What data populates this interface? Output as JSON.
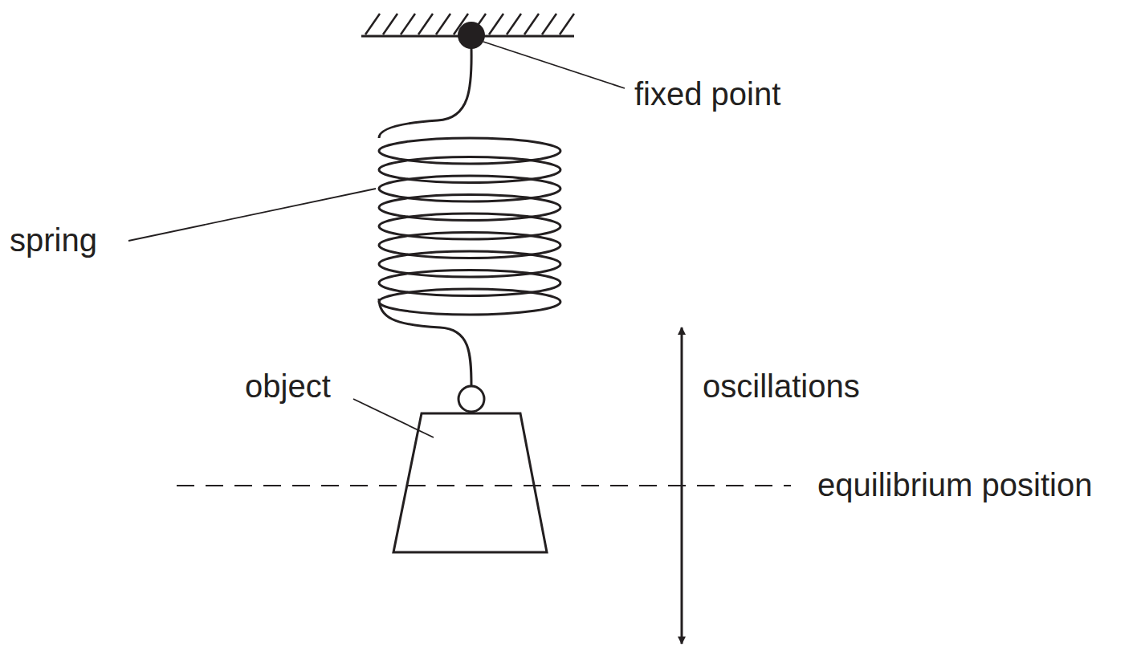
{
  "diagram": {
    "labels": [
      "fixed point",
      "spring",
      "object",
      "oscillations",
      "equilibrium position"
    ]
  }
}
